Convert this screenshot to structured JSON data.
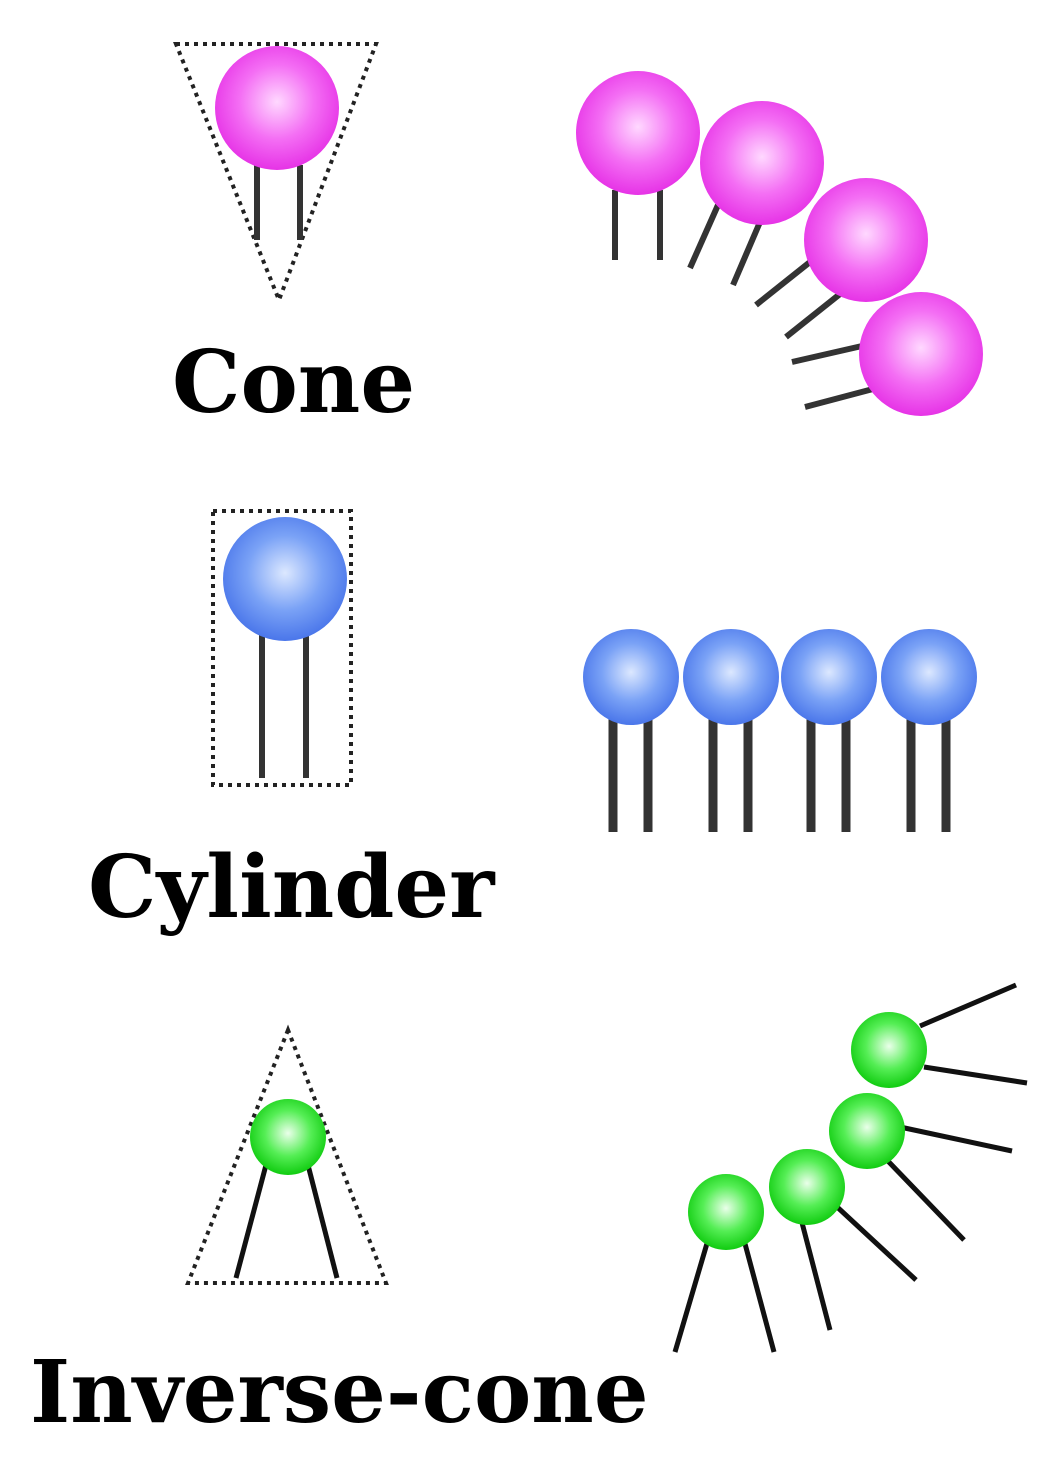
{
  "shapes": [
    {
      "id": "cone",
      "label": "Cone",
      "head_color": "#ee44ee",
      "head_highlight": "#ffd8ff"
    },
    {
      "id": "cylinder",
      "label": "Cylinder",
      "head_color": "#4f7fee",
      "head_highlight": "#dce8ff"
    },
    {
      "id": "inverse-cone",
      "label": "Inverse-cone",
      "head_color": "#22dd22",
      "head_highlight": "#eaffea"
    }
  ],
  "line_color": "#333333",
  "outline_color": "#222222"
}
